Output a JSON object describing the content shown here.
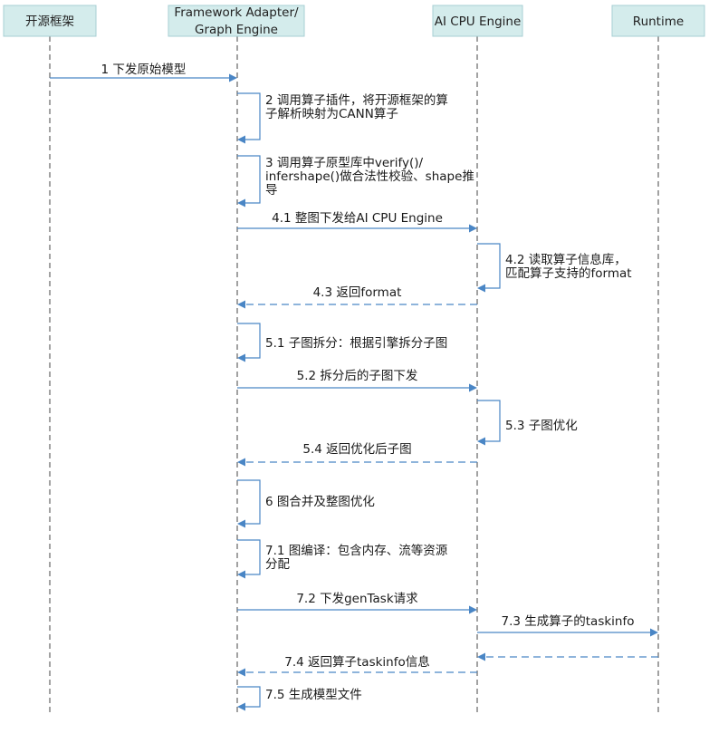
{
  "actors": [
    {
      "id": "oss",
      "lines": [
        "开源框架"
      ]
    },
    {
      "id": "fa",
      "lines": [
        "Framework Adapter/",
        "Graph Engine"
      ]
    },
    {
      "id": "aicpu",
      "lines": [
        "AI CPU Engine"
      ]
    },
    {
      "id": "rt",
      "lines": [
        "Runtime"
      ]
    }
  ],
  "messages": [
    {
      "from": "oss",
      "to": "fa",
      "lines": [
        "1 下发原始模型"
      ]
    },
    {
      "from": "fa",
      "to": "fa",
      "lines": [
        "2 调用算子插件，将开源框架的算",
        "子解析映射为CANN算子"
      ]
    },
    {
      "from": "fa",
      "to": "fa",
      "lines": [
        "3 调用算子原型库中verify()/",
        "infershape()做合法性校验、shape推",
        "导"
      ]
    },
    {
      "from": "fa",
      "to": "aicpu",
      "lines": [
        "4.1 整图下发给AI CPU Engine"
      ]
    },
    {
      "from": "aicpu",
      "to": "aicpu",
      "lines": [
        "4.2 读取算子信息库，",
        "匹配算子支持的format"
      ]
    },
    {
      "from": "aicpu",
      "to": "fa",
      "dashed": true,
      "lines": [
        "4.3 返回format"
      ]
    },
    {
      "from": "fa",
      "to": "fa",
      "lines": [
        "5.1 子图拆分：根据引擎拆分子图"
      ]
    },
    {
      "from": "fa",
      "to": "aicpu",
      "lines": [
        "5.2 拆分后的子图下发"
      ]
    },
    {
      "from": "aicpu",
      "to": "aicpu",
      "lines": [
        "5.3 子图优化"
      ]
    },
    {
      "from": "aicpu",
      "to": "fa",
      "dashed": true,
      "lines": [
        "5.4 返回优化后子图"
      ]
    },
    {
      "from": "fa",
      "to": "fa",
      "lines": [
        "6 图合并及整图优化"
      ]
    },
    {
      "from": "fa",
      "to": "fa",
      "lines": [
        "7.1 图编译：包含内存、流等资源",
        "分配"
      ]
    },
    {
      "from": "fa",
      "to": "aicpu",
      "lines": [
        "7.2 下发genTask请求"
      ]
    },
    {
      "from": "aicpu",
      "to": "rt",
      "lines": [
        "7.3 生成算子的taskinfo"
      ]
    },
    {
      "from": "rt",
      "to": "aicpu",
      "dashed": true,
      "lines": []
    },
    {
      "from": "aicpu",
      "to": "fa",
      "dashed": true,
      "lines": [
        "7.4 返回算子taskinfo信息"
      ]
    },
    {
      "from": "fa",
      "to": "fa",
      "lines": [
        "7.5 生成模型文件"
      ]
    }
  ],
  "colors": {
    "actor_fill": "#d4ecec",
    "actor_border": "#a7cfd3",
    "arrow": "#4a86c5",
    "lifeline": "#444444"
  }
}
